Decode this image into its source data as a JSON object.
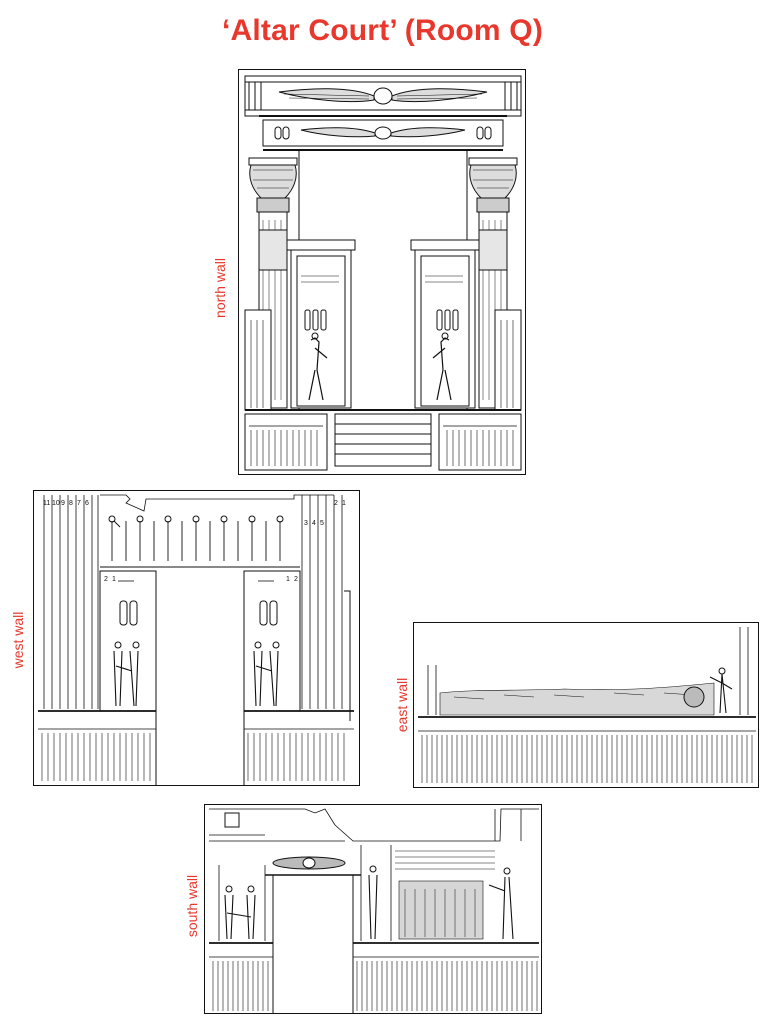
{
  "title": "‘Altar Court’ (Room Q)",
  "colors": {
    "accent": "#e8382d",
    "ink": "#111111",
    "paper": "#ffffff"
  },
  "panels": {
    "north": {
      "label": "north wall"
    },
    "west": {
      "label": "west wall",
      "column_numbers_left": [
        "11",
        "10",
        "9",
        "8",
        "7",
        "6"
      ],
      "column_numbers_right": [
        "3",
        "4",
        "5"
      ],
      "right_corner_numbers": [
        "2",
        "1"
      ],
      "register_numbers_left": [
        "2",
        "1"
      ],
      "register_numbers_right": [
        "1",
        "2"
      ]
    },
    "east": {
      "label": "east wall"
    },
    "south": {
      "label": "south wall"
    }
  }
}
